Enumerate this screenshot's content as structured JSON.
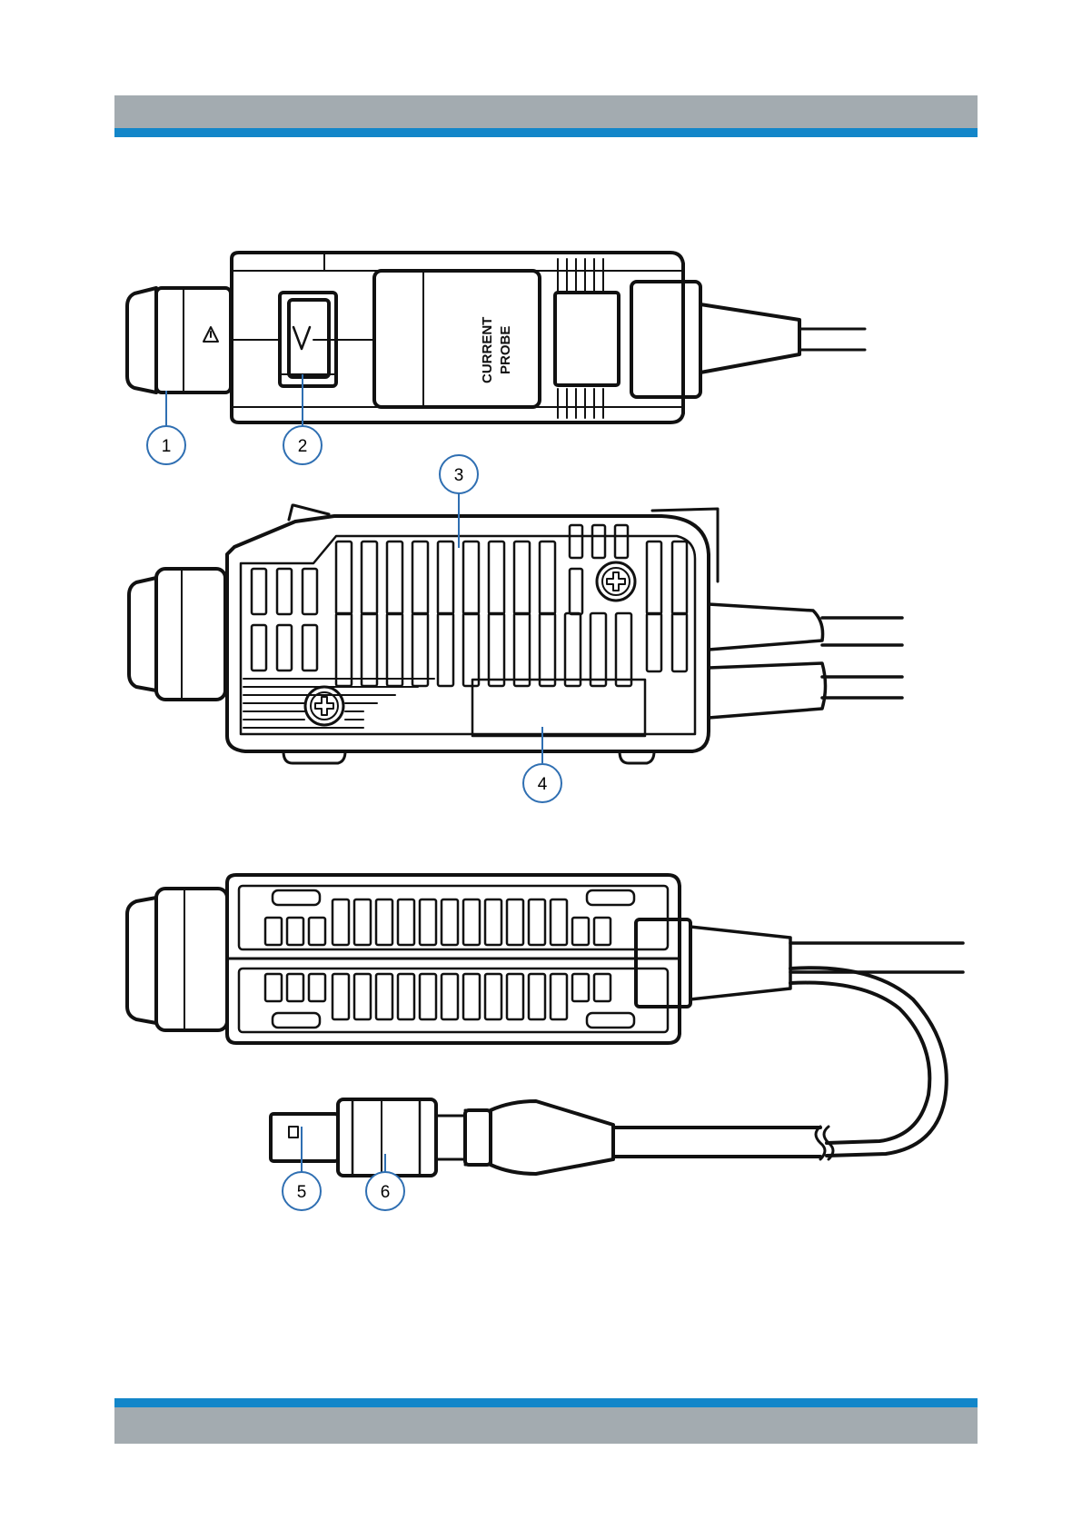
{
  "header_band": {
    "color": "#a3abb0",
    "accent": "#1386c9"
  },
  "footer_band": {
    "color": "#a3abb0",
    "accent": "#1386c9"
  },
  "probe_label": [
    "CURRENT",
    "PROBE"
  ],
  "callouts": [
    {
      "id": "1",
      "label": "1"
    },
    {
      "id": "2",
      "label": "2"
    },
    {
      "id": "3",
      "label": "3"
    },
    {
      "id": "4",
      "label": "4"
    },
    {
      "id": "5",
      "label": "5"
    },
    {
      "id": "6",
      "label": "6"
    }
  ],
  "callout_color": "#2f6fb2"
}
